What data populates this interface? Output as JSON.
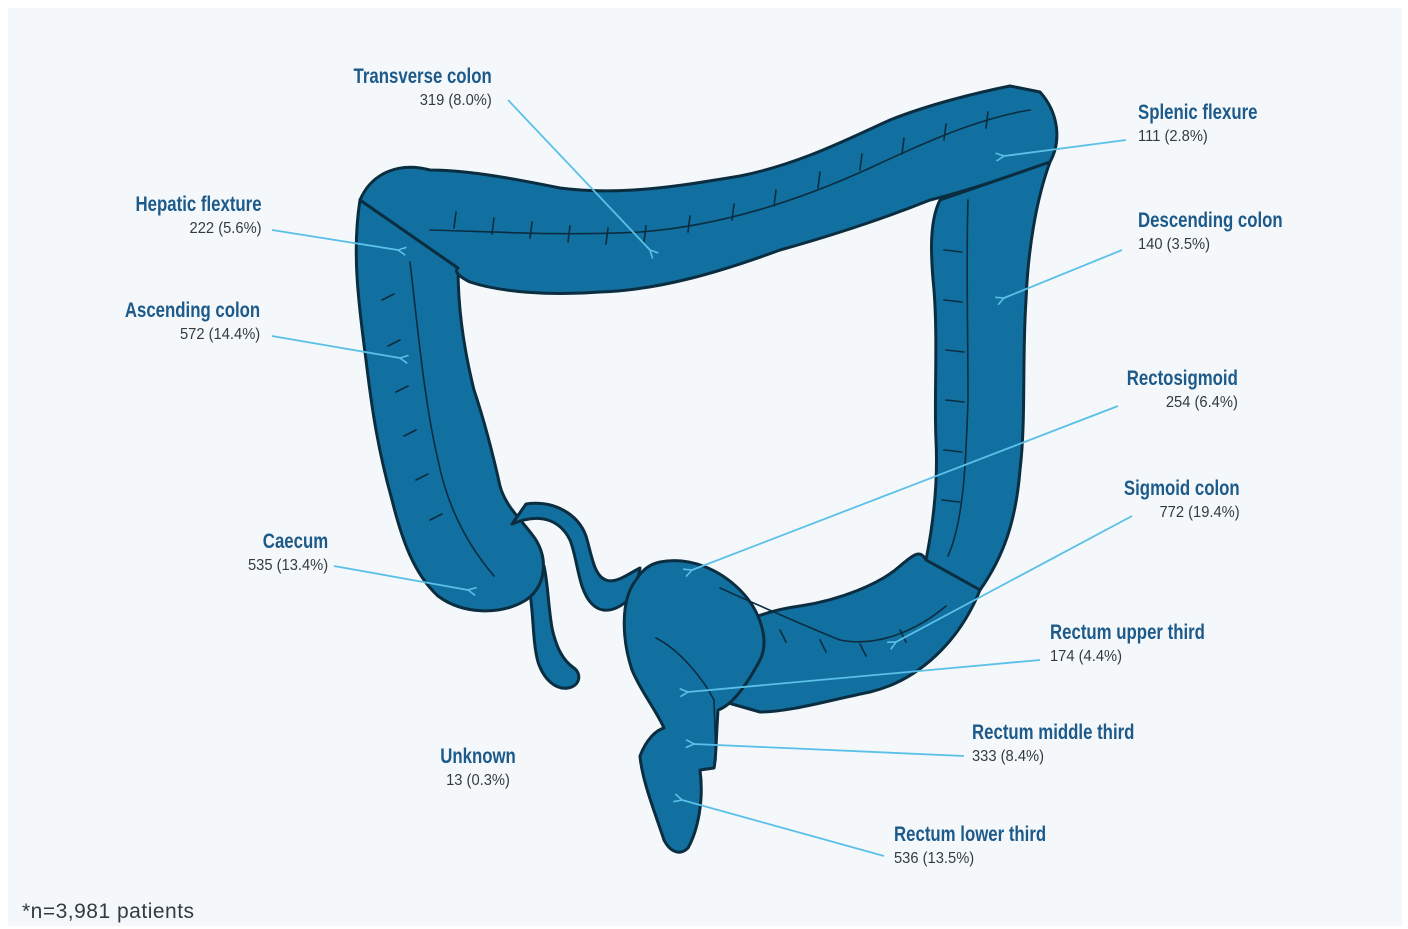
{
  "regions": {
    "transverse_colon": {
      "name": "Transverse colon",
      "value": "319 (8.0%)"
    },
    "splenic_flexure": {
      "name": "Splenic flexure",
      "value": "111 (2.8%)"
    },
    "hepatic_flexture": {
      "name": "Hepatic flexture",
      "value": "222 (5.6%)"
    },
    "descending_colon": {
      "name": "Descending colon",
      "value": "140 (3.5%)"
    },
    "ascending_colon": {
      "name": "Ascending colon",
      "value": "572 (14.4%)"
    },
    "rectosigmoid": {
      "name": "Rectosigmoid",
      "value": "254 (6.4%)"
    },
    "sigmoid_colon": {
      "name": "Sigmoid colon",
      "value": "772 (19.4%)"
    },
    "caecum": {
      "name": "Caecum",
      "value": "535 (13.4%)"
    },
    "rectum_upper_third": {
      "name": "Rectum upper third",
      "value": "174 (4.4%)"
    },
    "rectum_middle_third": {
      "name": "Rectum middle third",
      "value": "333 (8.4%)"
    },
    "unknown": {
      "name": "Unknown",
      "value": "13 (0.3%)"
    },
    "rectum_lower_third": {
      "name": "Rectum lower third",
      "value": "536 (13.5%)"
    }
  },
  "footnote": "*n=3,981 patients",
  "colors": {
    "background": "#f4f8fb",
    "organ_fill": "#1170a0",
    "organ_outline": "#0b2d40",
    "label_name": "#1d5a8a",
    "label_value": "#333b42",
    "pointer_arrow": "#5bc0e8"
  }
}
